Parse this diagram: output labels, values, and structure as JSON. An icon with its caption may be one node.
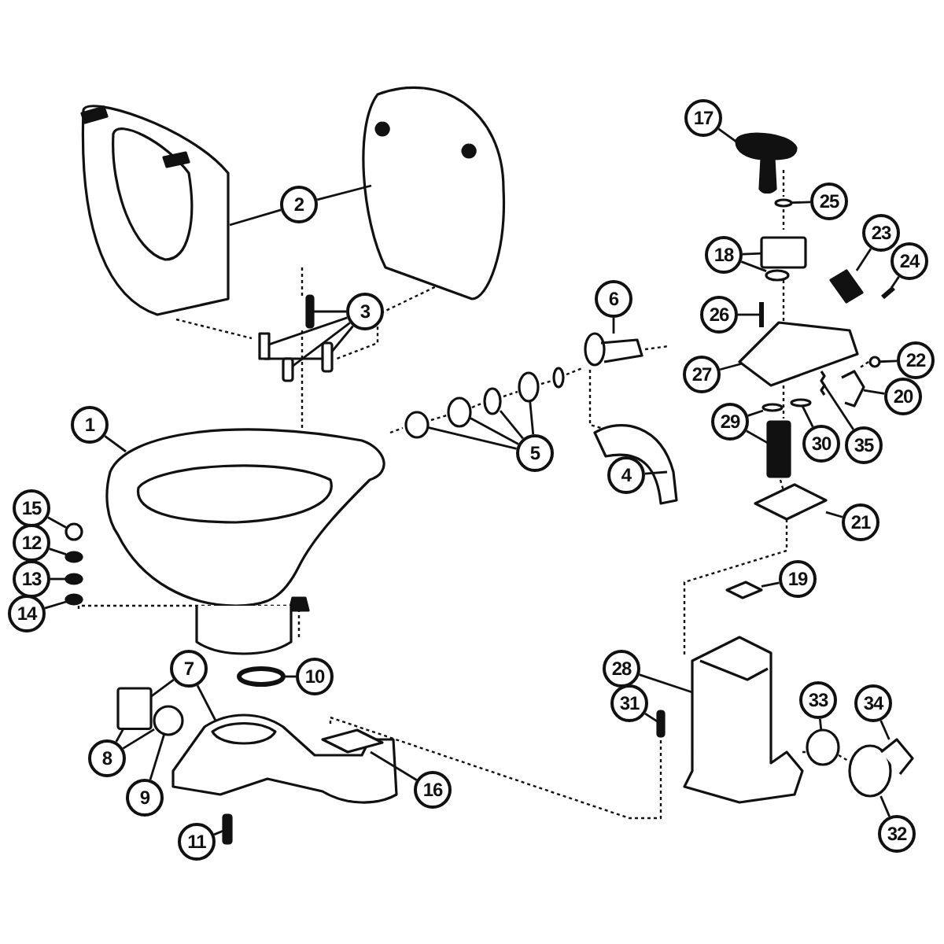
{
  "diagram": {
    "nodes": [
      {
        "text": [
          "1"
        ]
      },
      {
        "text": [
          "2"
        ]
      },
      {
        "text": [
          "3"
        ]
      },
      {
        "text": [
          "4"
        ]
      },
      {
        "text": [
          "5"
        ]
      },
      {
        "text": [
          "6"
        ]
      },
      {
        "text": [
          "7"
        ]
      },
      {
        "text": [
          "8"
        ]
      },
      {
        "text": [
          "9"
        ]
      },
      {
        "text": [
          "10"
        ]
      },
      {
        "text": [
          "11"
        ]
      },
      {
        "text": [
          "12"
        ]
      },
      {
        "text": [
          "13"
        ]
      },
      {
        "text": [
          "14"
        ]
      },
      {
        "text": [
          "15"
        ]
      },
      {
        "text": [
          "16"
        ]
      },
      {
        "text": [
          "17"
        ]
      },
      {
        "text": [
          "18"
        ]
      },
      {
        "text": [
          "19"
        ]
      },
      {
        "text": [
          "20"
        ]
      },
      {
        "text": [
          "21"
        ]
      },
      {
        "text": [
          "22"
        ]
      },
      {
        "text": [
          "23"
        ]
      },
      {
        "text": [
          "24"
        ]
      },
      {
        "text": [
          "25"
        ]
      },
      {
        "text": [
          "26"
        ]
      },
      {
        "text": [
          "27"
        ]
      },
      {
        "text": [
          "28"
        ]
      },
      {
        "text": [
          "29"
        ]
      },
      {
        "text": [
          "30"
        ]
      },
      {
        "text": [
          "31"
        ]
      },
      {
        "text": [
          "32"
        ]
      },
      {
        "text": [
          "33"
        ]
      },
      {
        "text": [
          "34"
        ]
      },
      {
        "text": [
          "35"
        ]
      },
      {
        "text": [],
        "shape": "picture"
      },
      {
        "text": [],
        "shape": "picture"
      },
      {
        "text": [],
        "shape": "picture"
      },
      {
        "text": [],
        "shape": "box"
      },
      {
        "text": [],
        "shape": "picture"
      },
      {
        "text": [],
        "shape": "box"
      },
      {
        "text": [],
        "shape": "box"
      },
      {
        "text": [],
        "shape": "picture"
      },
      {
        "text": [],
        "shape": "picture"
      },
      {
        "text": [],
        "shape": "picture"
      },
      {
        "text": [],
        "shape": "picture"
      },
      {
        "text": [],
        "shape": "picture"
      },
      {
        "text": [],
        "shape": "picture"
      },
      {
        "text": [],
        "shape": "box"
      },
      {
        "text": [],
        "shape": "picture"
      },
      {
        "text": [],
        "shape": "picture"
      },
      {
        "text": [],
        "shape": "picture"
      },
      {
        "text": [],
        "shape": "box"
      },
      {
        "text": [],
        "shape": "picture"
      },
      {
        "text": [],
        "shape": "picture"
      },
      {
        "text": [],
        "shape": "picture"
      },
      {
        "text": [],
        "shape": "picture"
      },
      {
        "text": [],
        "shape": "picture"
      },
      {
        "text": [],
        "shape": "picture"
      },
      {
        "text": [],
        "shape": "box"
      },
      {
        "text": [],
        "shape": "picture"
      },
      {
        "text": [],
        "shape": "picture"
      },
      {
        "text": [],
        "shape": "picture"
      },
      {
        "text": [],
        "shape": "picture"
      },
      {
        "text": [],
        "shape": "picture"
      },
      {
        "text": [],
        "shape": "picture"
      },
      {
        "text": [],
        "shape": "picture"
      },
      {
        "text": [],
        "shape": "picture"
      },
      {
        "text": [],
        "shape": "picture"
      },
      {
        "text": [],
        "shape": "picture"
      },
      {
        "text": [],
        "shape": "picture"
      },
      {
        "text": [],
        "shape": "box"
      },
      {
        "text": [],
        "shape": "picture"
      },
      {
        "text": [],
        "shape": "picture"
      },
      {
        "text": [],
        "shape": "box"
      },
      {
        "text": [],
        "shape": "picture"
      },
      {
        "text": [],
        "shape": "picture"
      },
      {
        "text": [],
        "shape": "picture"
      },
      {
        "text": [],
        "shape": "picture"
      }
    ],
    "edges": [
      {
        "from": 0,
        "to": 35,
        "arrow": "none"
      },
      {
        "from": 1,
        "to": 36,
        "arrow": "none"
      },
      {
        "from": 1,
        "to": 37,
        "arrow": "none"
      },
      {
        "from": 2,
        "to": 38,
        "arrow": "none"
      },
      {
        "from": 2,
        "to": 39,
        "arrow": "none"
      },
      {
        "from": 2,
        "to": 40,
        "arrow": "none"
      },
      {
        "from": 2,
        "to": 41,
        "arrow": "none"
      },
      {
        "from": 3,
        "to": 42,
        "arrow": "none"
      },
      {
        "from": 4,
        "to": 43,
        "arrow": "none"
      },
      {
        "from": 4,
        "to": 44,
        "arrow": "none"
      },
      {
        "from": 4,
        "to": 45,
        "arrow": "none"
      },
      {
        "from": 4,
        "to": 46,
        "arrow": "none"
      },
      {
        "from": 5,
        "to": 47,
        "arrow": "none"
      },
      {
        "from": 6,
        "to": 48,
        "arrow": "none"
      },
      {
        "from": 6,
        "to": 49,
        "arrow": "none"
      },
      {
        "from": 7,
        "to": 48,
        "arrow": "none"
      },
      {
        "from": 7,
        "to": 50,
        "arrow": "none"
      },
      {
        "from": 8,
        "to": 50,
        "arrow": "none"
      },
      {
        "from": 9,
        "to": 51,
        "arrow": "none"
      },
      {
        "from": 10,
        "to": 52,
        "arrow": "none"
      },
      {
        "from": 11,
        "to": 54,
        "arrow": "none"
      },
      {
        "from": 12,
        "to": 55,
        "arrow": "none"
      },
      {
        "from": 13,
        "to": 56,
        "arrow": "none"
      },
      {
        "from": 14,
        "to": 53,
        "arrow": "none"
      },
      {
        "from": 15,
        "to": 57,
        "arrow": "none"
      },
      {
        "from": 16,
        "to": 58,
        "arrow": "none"
      },
      {
        "from": 17,
        "to": 59,
        "arrow": "none"
      },
      {
        "from": 17,
        "to": 60,
        "arrow": "none"
      },
      {
        "from": 18,
        "to": 61,
        "arrow": "none"
      },
      {
        "from": 19,
        "to": 62,
        "arrow": "none"
      },
      {
        "from": 20,
        "to": 63,
        "arrow": "none"
      },
      {
        "from": 21,
        "to": 64,
        "arrow": "none"
      },
      {
        "from": 22,
        "to": 65,
        "arrow": "none"
      },
      {
        "from": 23,
        "to": 66,
        "arrow": "none"
      },
      {
        "from": 24,
        "to": 67,
        "arrow": "none"
      },
      {
        "from": 25,
        "to": 68,
        "arrow": "none"
      },
      {
        "from": 26,
        "to": 69,
        "arrow": "none"
      },
      {
        "from": 27,
        "to": 70,
        "arrow": "none"
      },
      {
        "from": 28,
        "to": 71,
        "arrow": "none"
      },
      {
        "from": 28,
        "to": 72,
        "arrow": "none"
      },
      {
        "from": 29,
        "to": 73,
        "arrow": "none"
      },
      {
        "from": 30,
        "to": 74,
        "arrow": "none"
      },
      {
        "from": 31,
        "to": 76,
        "arrow": "none"
      },
      {
        "from": 32,
        "to": 75,
        "arrow": "none"
      },
      {
        "from": 33,
        "to": 77,
        "arrow": "none"
      },
      {
        "from": 34,
        "to": 78,
        "arrow": "none"
      }
    ]
  }
}
